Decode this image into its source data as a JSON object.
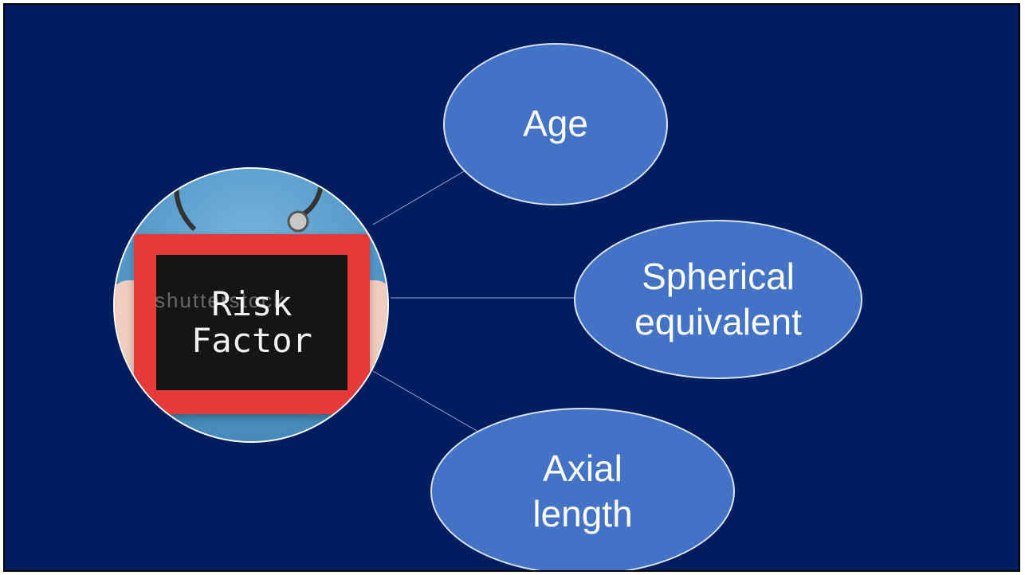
{
  "diagram": {
    "center_image": {
      "board_line1": "Risk",
      "board_line2": "Factor",
      "watermark": "shutterstock"
    },
    "nodes": [
      {
        "id": "age",
        "lines": [
          "Age"
        ]
      },
      {
        "id": "spherical",
        "lines": [
          "Spherical",
          "equivalent"
        ]
      },
      {
        "id": "axial",
        "lines": [
          "Axial",
          "length"
        ]
      }
    ]
  },
  "colors": {
    "background": "#001e5e",
    "node_fill": "#4472c4",
    "node_text": "#ffffff",
    "connector": "#8faadc"
  }
}
